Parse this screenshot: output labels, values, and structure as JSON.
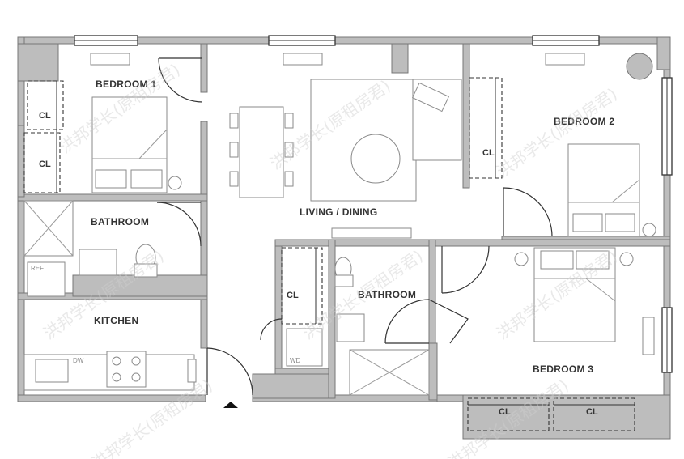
{
  "rooms": {
    "bedroom1": "BEDROOM 1",
    "bedroom2": "BEDROOM 2",
    "bedroom3": "BEDROOM 3",
    "bathroom_left": "BATHROOM",
    "bathroom_center": "BATHROOM",
    "living_dining": "LIVING / DINING",
    "kitchen": "KITCHEN"
  },
  "closets": {
    "bed1_top": "CL",
    "bed1_bottom": "CL",
    "bed2": "CL",
    "hall": "CL",
    "bed3_left": "CL",
    "bed3_right": "CL"
  },
  "appliances": {
    "refrigerator": "REF",
    "dishwasher": "DW",
    "washer_dryer": "WD"
  },
  "watermark": {
    "logo_text": "洪邦学长(原租房君)"
  },
  "colors": {
    "wall": "#bdbdbd",
    "line": "#333333",
    "fixture": "#8a8a8a"
  }
}
